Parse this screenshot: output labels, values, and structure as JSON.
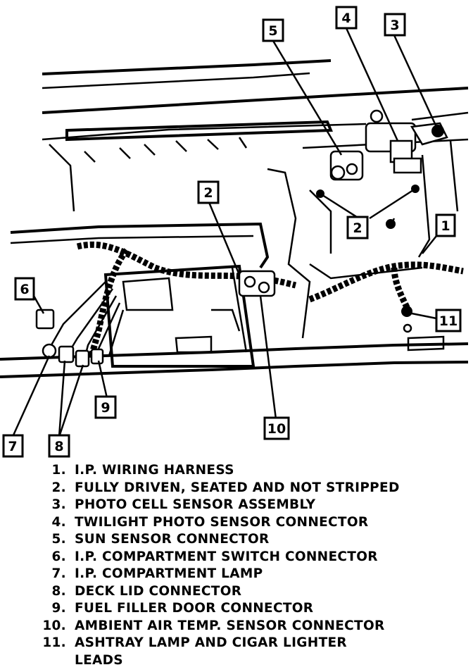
{
  "callouts": [
    {
      "id": "c1",
      "label": "1"
    },
    {
      "id": "c2a",
      "label": "2"
    },
    {
      "id": "c2b",
      "label": "2"
    },
    {
      "id": "c3",
      "label": "3"
    },
    {
      "id": "c4",
      "label": "4"
    },
    {
      "id": "c5",
      "label": "5"
    },
    {
      "id": "c6",
      "label": "6"
    },
    {
      "id": "c7",
      "label": "7"
    },
    {
      "id": "c8",
      "label": "8"
    },
    {
      "id": "c9",
      "label": "9"
    },
    {
      "id": "c10",
      "label": "10"
    },
    {
      "id": "c11",
      "label": "11"
    }
  ],
  "legend": [
    {
      "num": "1.",
      "text": "I.P. WIRING HARNESS"
    },
    {
      "num": "2.",
      "text": "FULLY DRIVEN, SEATED AND NOT STRIPPED"
    },
    {
      "num": "3.",
      "text": "PHOTO CELL SENSOR ASSEMBLY"
    },
    {
      "num": "4.",
      "text": "TWILIGHT PHOTO SENSOR CONNECTOR"
    },
    {
      "num": "5.",
      "text": "SUN SENSOR CONNECTOR"
    },
    {
      "num": "6.",
      "text": "I.P. COMPARTMENT SWITCH CONNECTOR"
    },
    {
      "num": "7.",
      "text": "I.P. COMPARTMENT LAMP"
    },
    {
      "num": "8.",
      "text": "DECK LID CONNECTOR"
    },
    {
      "num": "9.",
      "text": "FUEL FILLER DOOR CONNECTOR"
    },
    {
      "num": "10.",
      "text": "AMBIENT AIR TEMP. SENSOR CONNECTOR"
    },
    {
      "num": "11.",
      "text": "ASHTRAY LAMP AND CIGAR LIGHTER\nLEADS"
    }
  ]
}
